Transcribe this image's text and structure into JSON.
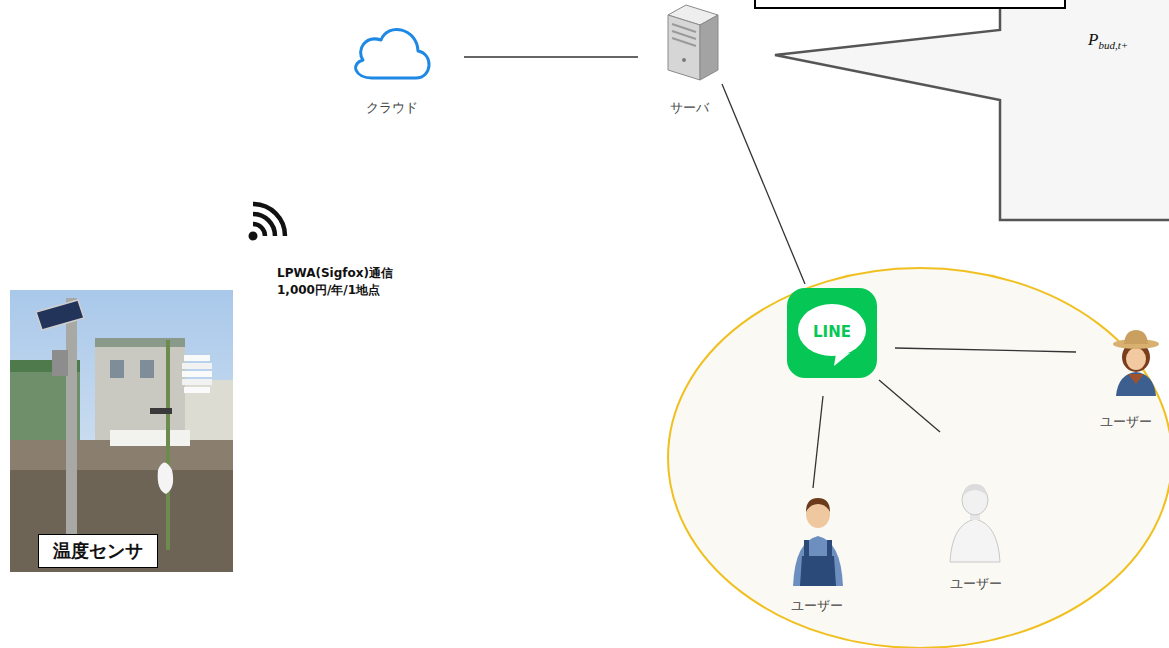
{
  "diagram": {
    "nodes": [
      {
        "text": [
          "クラウド"
        ]
      },
      {
        "text": [
          "サーバ"
        ]
      },
      {
        "text": [
          "P",
          "bud,t+"
        ]
      },
      {
        "text": [
          "温度センサ"
        ]
      },
      {
        "text": [
          "LINE"
        ]
      },
      {
        "text": [
          "ユーザー"
        ]
      },
      {
        "text": [
          "ユーザー"
        ]
      },
      {
        "text": [
          "ユーザー"
        ]
      }
    ],
    "edges": [
      {
        "from": 0,
        "to": 1,
        "arrow": "none"
      },
      {
        "from": 1,
        "to": 4,
        "arrow": "none"
      },
      {
        "from": 4,
        "to": 5,
        "arrow": "none"
      },
      {
        "from": 4,
        "to": 6,
        "arrow": "none"
      },
      {
        "from": 4,
        "to": 7,
        "arrow": "none"
      }
    ],
    "labels": [
      "LPWA(Sigfox)通信",
      "1,000円/年/1地点"
    ]
  }
}
